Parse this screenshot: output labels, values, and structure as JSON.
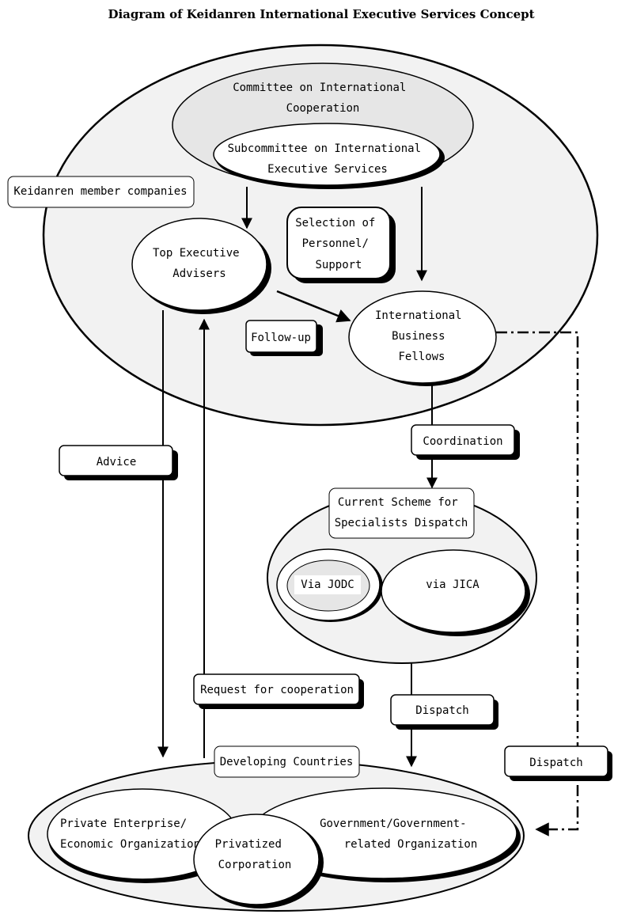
{
  "title": "Diagram of Keidanren International Executive Services Concept",
  "colors": {
    "ellipse_fill": "#f2f2f2",
    "inner_fill": "#e6e6e6",
    "stroke": "#000000",
    "box_fill": "#ffffff"
  },
  "nodes": {
    "committee": [
      "Committee on International",
      "Cooperation"
    ],
    "subcommittee": [
      "Subcommittee on International",
      "Executive Services"
    ],
    "member_companies": [
      "Keidanren member companies"
    ],
    "top_advisers": [
      "Top Executive",
      "Advisers"
    ],
    "selection": [
      "Selection of",
      "Personnel/",
      "Support"
    ],
    "fellows": [
      "International",
      "Business",
      "Fellows"
    ],
    "follow_up": [
      "Follow-up"
    ],
    "coordination": [
      "Coordination"
    ],
    "advice": [
      "Advice"
    ],
    "current_scheme": [
      "Current Scheme for",
      "Specialists Dispatch"
    ],
    "via_jodc": [
      "Via JODC"
    ],
    "via_jica": [
      "via JICA"
    ],
    "request": [
      "Request for cooperation"
    ],
    "dispatch_center": [
      "Dispatch"
    ],
    "dispatch_right": [
      "Dispatch"
    ],
    "developing": [
      "Developing Countries"
    ],
    "private": [
      "Private Enterprise/",
      "Economic Organization"
    ],
    "privatized": [
      "Privatized",
      "Corporation"
    ],
    "government": [
      "Government/Government-",
      "related Organization"
    ]
  }
}
